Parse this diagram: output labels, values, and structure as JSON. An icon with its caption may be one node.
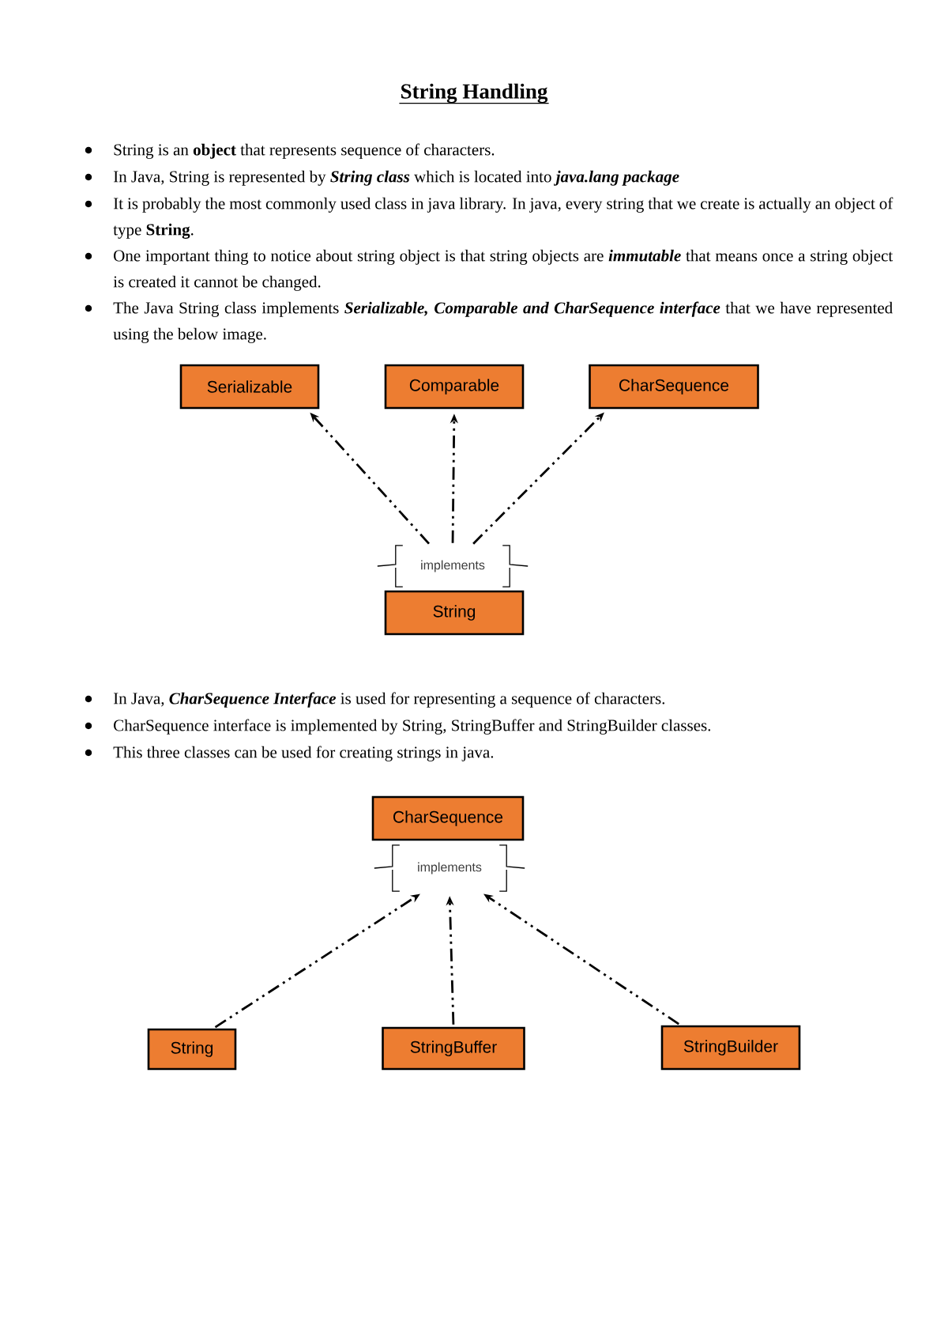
{
  "diagram": {
    "title": "String Handling",
    "nodes": [
      {
        "text": [
          "Serializable"
        ]
      },
      {
        "text": [
          "Comparable"
        ]
      },
      {
        "text": [
          "CharSequence"
        ]
      },
      {
        "text": [
          "implements"
        ]
      },
      {
        "text": [
          "String"
        ]
      },
      {
        "text": [
          "CharSequence"
        ]
      },
      {
        "text": [
          "implements"
        ]
      },
      {
        "text": [
          "String"
        ]
      },
      {
        "text": [
          "StringBuffer"
        ]
      },
      {
        "text": [
          "StringBuilder"
        ]
      }
    ],
    "edges": [
      {
        "from": 3,
        "to": 0,
        "arrow": "to",
        "style": "dashed"
      },
      {
        "from": 3,
        "to": 1,
        "arrow": "to",
        "style": "dashed"
      },
      {
        "from": 3,
        "to": 2,
        "arrow": "to",
        "style": "dashed"
      },
      {
        "from": 7,
        "to": 6,
        "arrow": "to",
        "style": "dashed"
      },
      {
        "from": 8,
        "to": 6,
        "arrow": "to",
        "style": "dashed"
      },
      {
        "from": 9,
        "to": 6,
        "arrow": "to",
        "style": "dashed"
      }
    ],
    "labels": [
      "String is an **object** that represents sequence of characters.",
      "In Java, String is represented by *String class* which is located into *java.lang package*",
      "It is probably the most commonly used class in java library. In java, every string that we create is actually an object of type **String**.",
      "One important thing to notice about string object is that string objects are *immutable* that means once a string object is created it cannot be changed.",
      "The Java String class implements *Serializable, Comparable and CharSequence interface* that we have represented using the below image.",
      "In Java, *CharSequence Interface* is used for representing a sequence of characters.",
      "CharSequence interface is implemented by String, StringBuffer and StringBuilder classes.",
      "This three classes can be used for creating strings in java."
    ]
  }
}
